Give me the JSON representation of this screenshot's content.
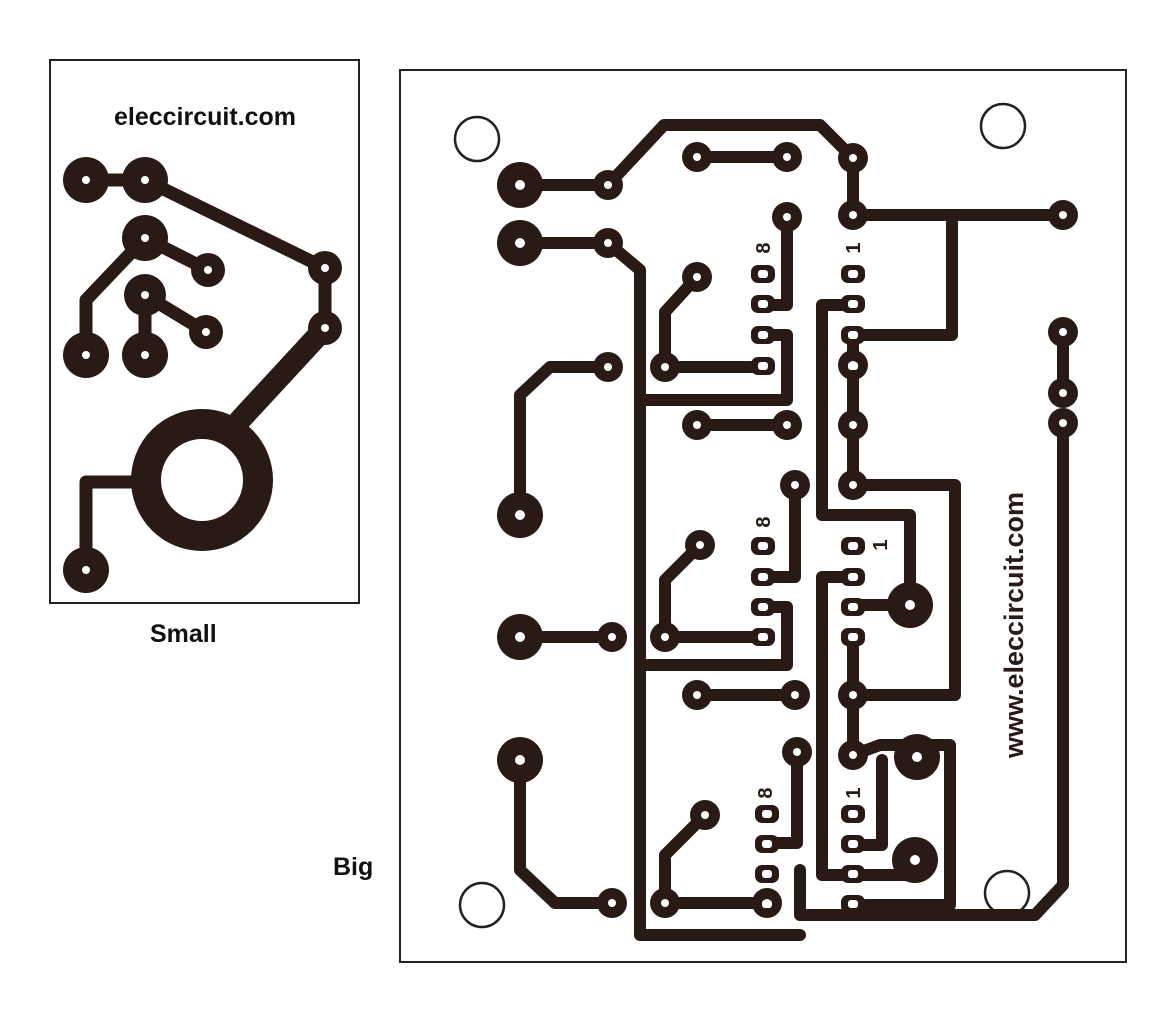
{
  "captions": {
    "small": "Small",
    "big": "Big"
  },
  "small_board": {
    "watermark": "eleccircuit.com"
  },
  "big_board": {
    "watermark": "www.eleccircuit.com",
    "ic_pin_labels": {
      "pin8": "8",
      "pin1": "1"
    }
  },
  "colors": {
    "copper": "#2a1a16",
    "board_outline": "#222222",
    "background": "#ffffff"
  }
}
